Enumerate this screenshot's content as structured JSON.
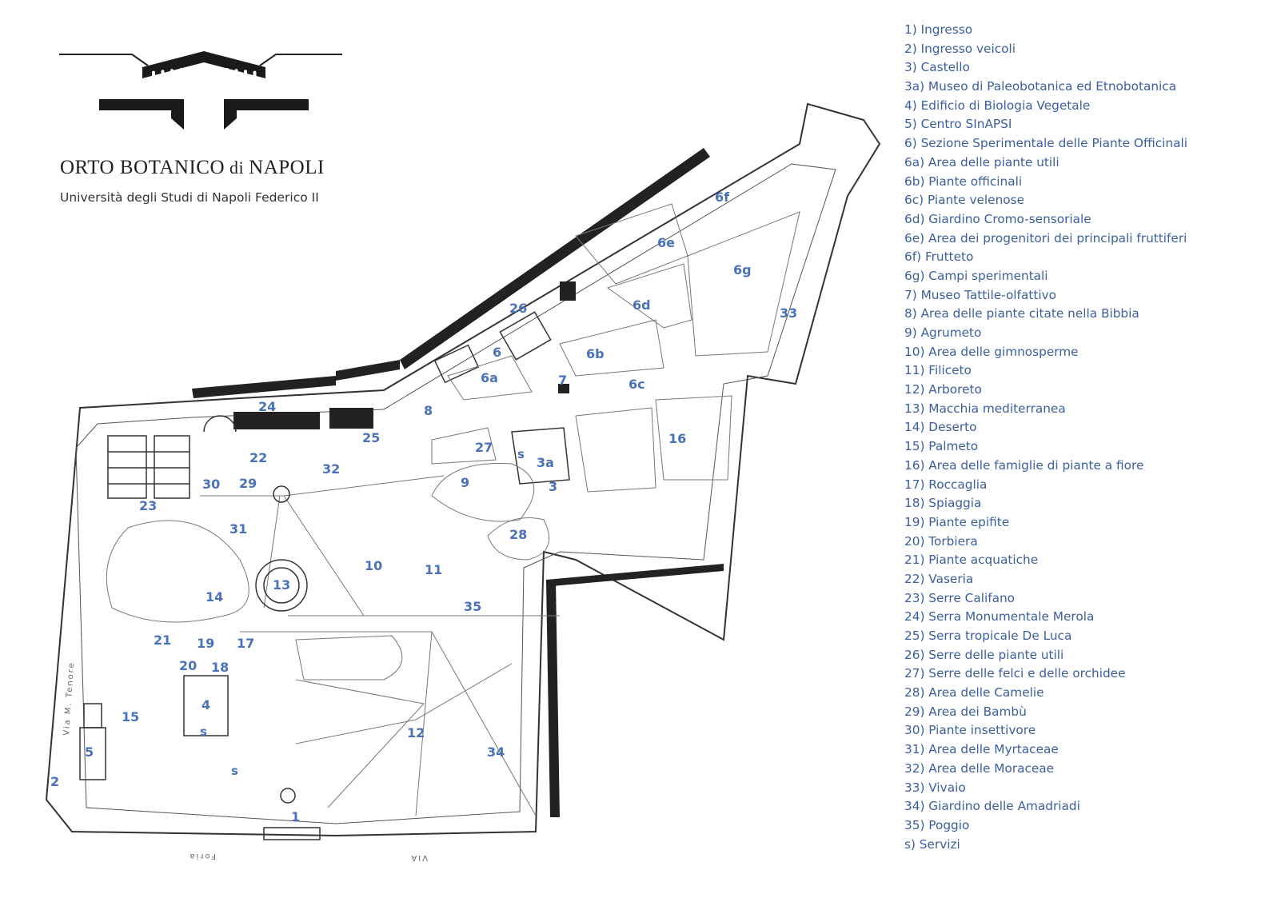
{
  "header": {
    "title_main": "ORTO BOTANICO",
    "title_di": " di ",
    "title_city": "NAPOLI",
    "subtitle": "Università degli Studi di Napoli Federico II"
  },
  "map": {
    "street_left": "Via M. Tenore",
    "street_bottom": "VIA",
    "street_bottom2": "Foria",
    "labels": [
      "1",
      "2",
      "3",
      "3a",
      "4",
      "5",
      "6",
      "6a",
      "6b",
      "6c",
      "6d",
      "6e",
      "6f",
      "6g",
      "7",
      "8",
      "9",
      "10",
      "11",
      "12",
      "13",
      "14",
      "15",
      "16",
      "17",
      "18",
      "19",
      "20",
      "21",
      "22",
      "23",
      "24",
      "25",
      "26",
      "27",
      "28",
      "29",
      "30",
      "31",
      "32",
      "33",
      "34",
      "35",
      "s",
      "s",
      "s"
    ]
  },
  "legend": [
    "1) Ingresso",
    "2) Ingresso veicoli",
    "3) Castello",
    "3a) Museo di Paleobotanica ed Etnobotanica",
    "4) Edificio di Biologia Vegetale",
    "5) Centro SInAPSI",
    "6) Sezione Sperimentale delle Piante Officinali",
    "6a) Area delle piante utili",
    "6b) Piante officinali",
    "6c) Piante velenose",
    "6d) Giardino Cromo-sensoriale",
    "6e) Area dei progenitori dei principali fruttiferi",
    "6f) Frutteto",
    "6g) Campi sperimentali",
    "7)  Museo Tattile-olfattivo",
    "8) Area delle piante citate nella Bibbia",
    "9) Agrumeto",
    "10) Area delle gimnosperme",
    "11) Filiceto",
    "12) Arboreto",
    "13) Macchia mediterranea",
    "14) Deserto",
    "15) Palmeto",
    "16) Area delle famiglie di piante a fiore",
    "17) Roccaglia",
    "18) Spiaggia",
    "19) Piante epifite",
    "20) Torbiera",
    "21) Piante acquatiche",
    "22) Vaseria",
    "23) Serre Califano",
    "24) Serra Monumentale Merola",
    "25) Serra tropicale De Luca",
    "26) Serre delle piante utili",
    "27) Serre delle felci e delle orchidee",
    "28) Area delle Camelie",
    "29) Area dei Bambù",
    "30) Piante insettivore",
    "31) Area delle Myrtaceae",
    "32) Area delle Moraceae",
    "33) Vivaio",
    "34) Giardino delle Amadriadi",
    "35) Poggio",
    "  s) Servizi"
  ]
}
